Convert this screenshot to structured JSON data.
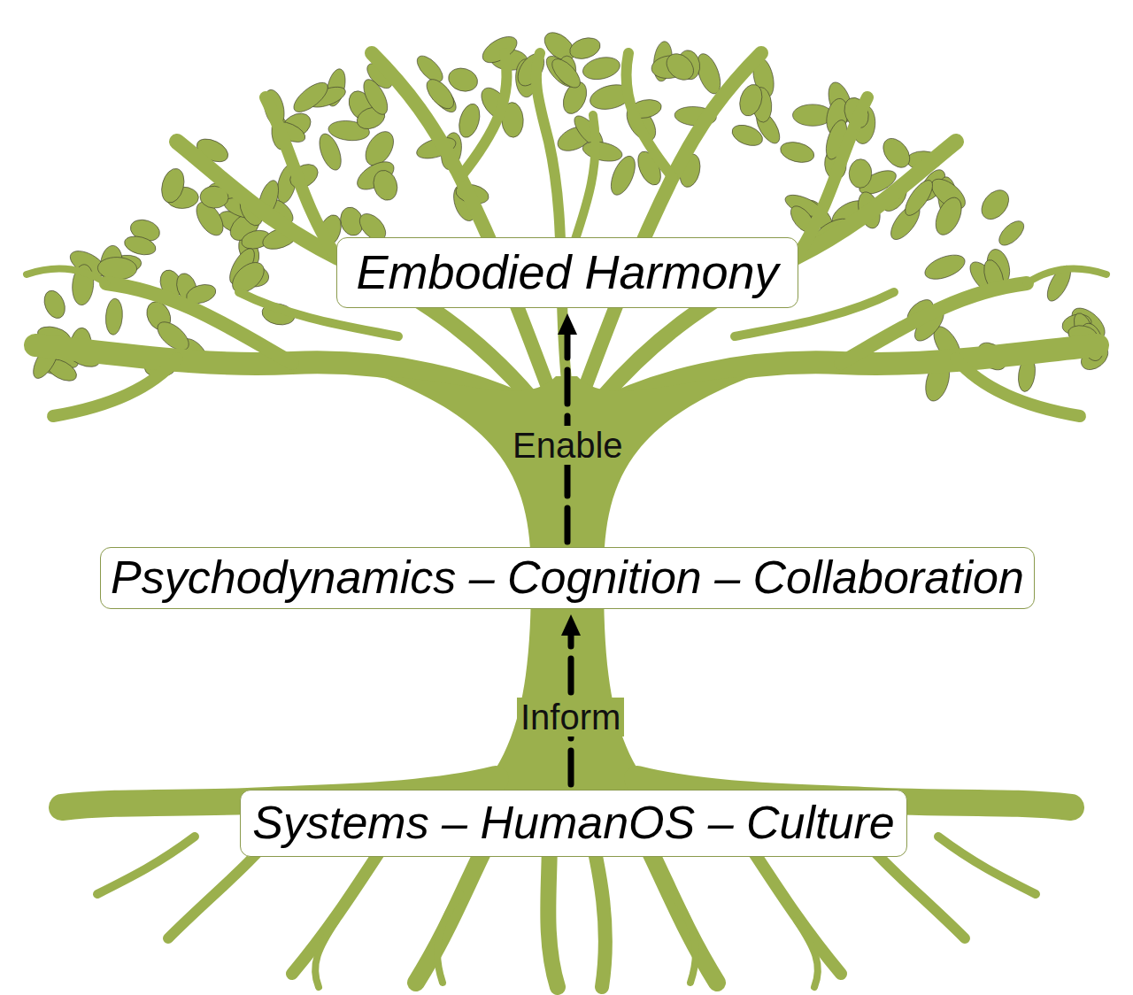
{
  "diagram": {
    "nodes": [
      {
        "text": [
          "Embodied Harmony"
        ]
      },
      {
        "text": [
          "Psychodynamics – Cognition – Collaboration"
        ]
      },
      {
        "text": [
          "Systems – HumanOS – Culture"
        ]
      }
    ],
    "edges": [
      {
        "from": 2,
        "to": 1,
        "label": "Inform",
        "arrow": "to"
      },
      {
        "from": 1,
        "to": 0,
        "label": "Enable",
        "arrow": "to"
      }
    ]
  }
}
